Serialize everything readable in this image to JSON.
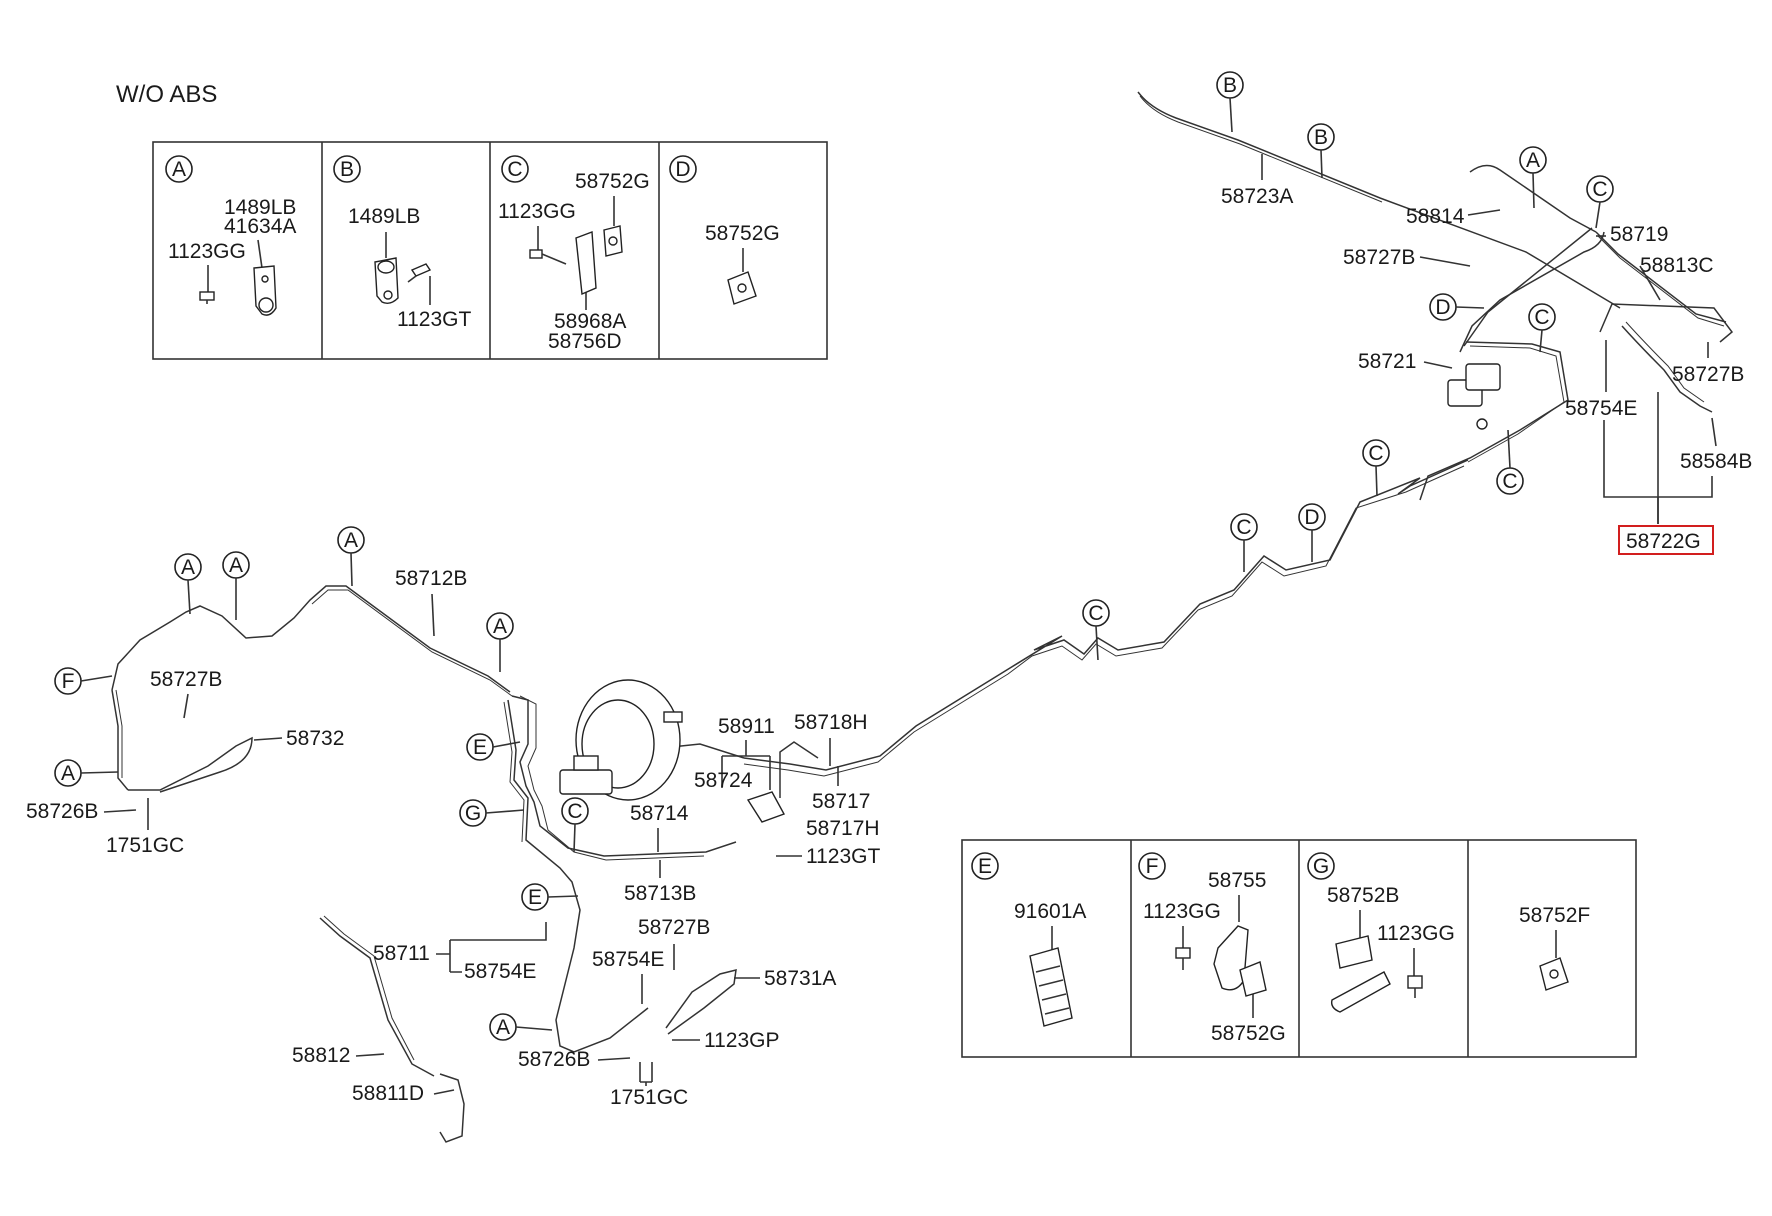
{
  "title": "W/O ABS",
  "detail_boxes": [
    {
      "ref": "A",
      "parts": [
        "1489LB",
        "41634A",
        "1123GG"
      ]
    },
    {
      "ref": "B",
      "parts": [
        "1489LB",
        "1123GT"
      ]
    },
    {
      "ref": "C",
      "parts": [
        "58752G",
        "1123GG",
        "58968A",
        "58756D"
      ]
    },
    {
      "ref": "D",
      "parts": [
        "58752G"
      ]
    },
    {
      "ref": "E",
      "parts": [
        "91601A"
      ]
    },
    {
      "ref": "F",
      "parts": [
        "58755",
        "1123GG",
        "58752G"
      ]
    },
    {
      "ref": "G",
      "parts": [
        "58752B",
        "1123GG"
      ]
    },
    {
      "ref": "",
      "parts": [
        "58752F"
      ]
    }
  ],
  "callout_letters": [
    "A",
    "B",
    "C",
    "D",
    "E",
    "F",
    "G"
  ],
  "part_labels": {
    "p58723A": "58723A",
    "p58814": "58814",
    "p58727B_top": "58727B",
    "p58719": "58719",
    "p58813C": "58813C",
    "p58727B_right": "58727B",
    "p58721": "58721",
    "p58754E_right": "58754E",
    "p58584B": "58584B",
    "p58722G": "58722G",
    "p58712B": "58712B",
    "p58727B_left": "58727B",
    "p58732": "58732",
    "p58726B_left": "58726B",
    "p1751GC_left": "1751GC",
    "p58911": "58911",
    "p58718H": "58718H",
    "p58724": "58724",
    "p58717": "58717",
    "p58717H": "58717H",
    "p58714": "58714",
    "p1123GT": "1123GT",
    "p58713B": "58713B",
    "p58711": "58711",
    "p58754E_mid": "58754E",
    "p58727B_mid": "58727B",
    "p58754E_low": "58754E",
    "p58731A": "58731A",
    "p1123GP": "1123GP",
    "p58726B_low": "58726B",
    "p1751GC_low": "1751GC",
    "p58812": "58812",
    "p58811D": "58811D"
  },
  "highlighted_part": "58722G",
  "colors": {
    "line": "#333333",
    "highlight": "#d21e1e",
    "background": "#ffffff"
  }
}
